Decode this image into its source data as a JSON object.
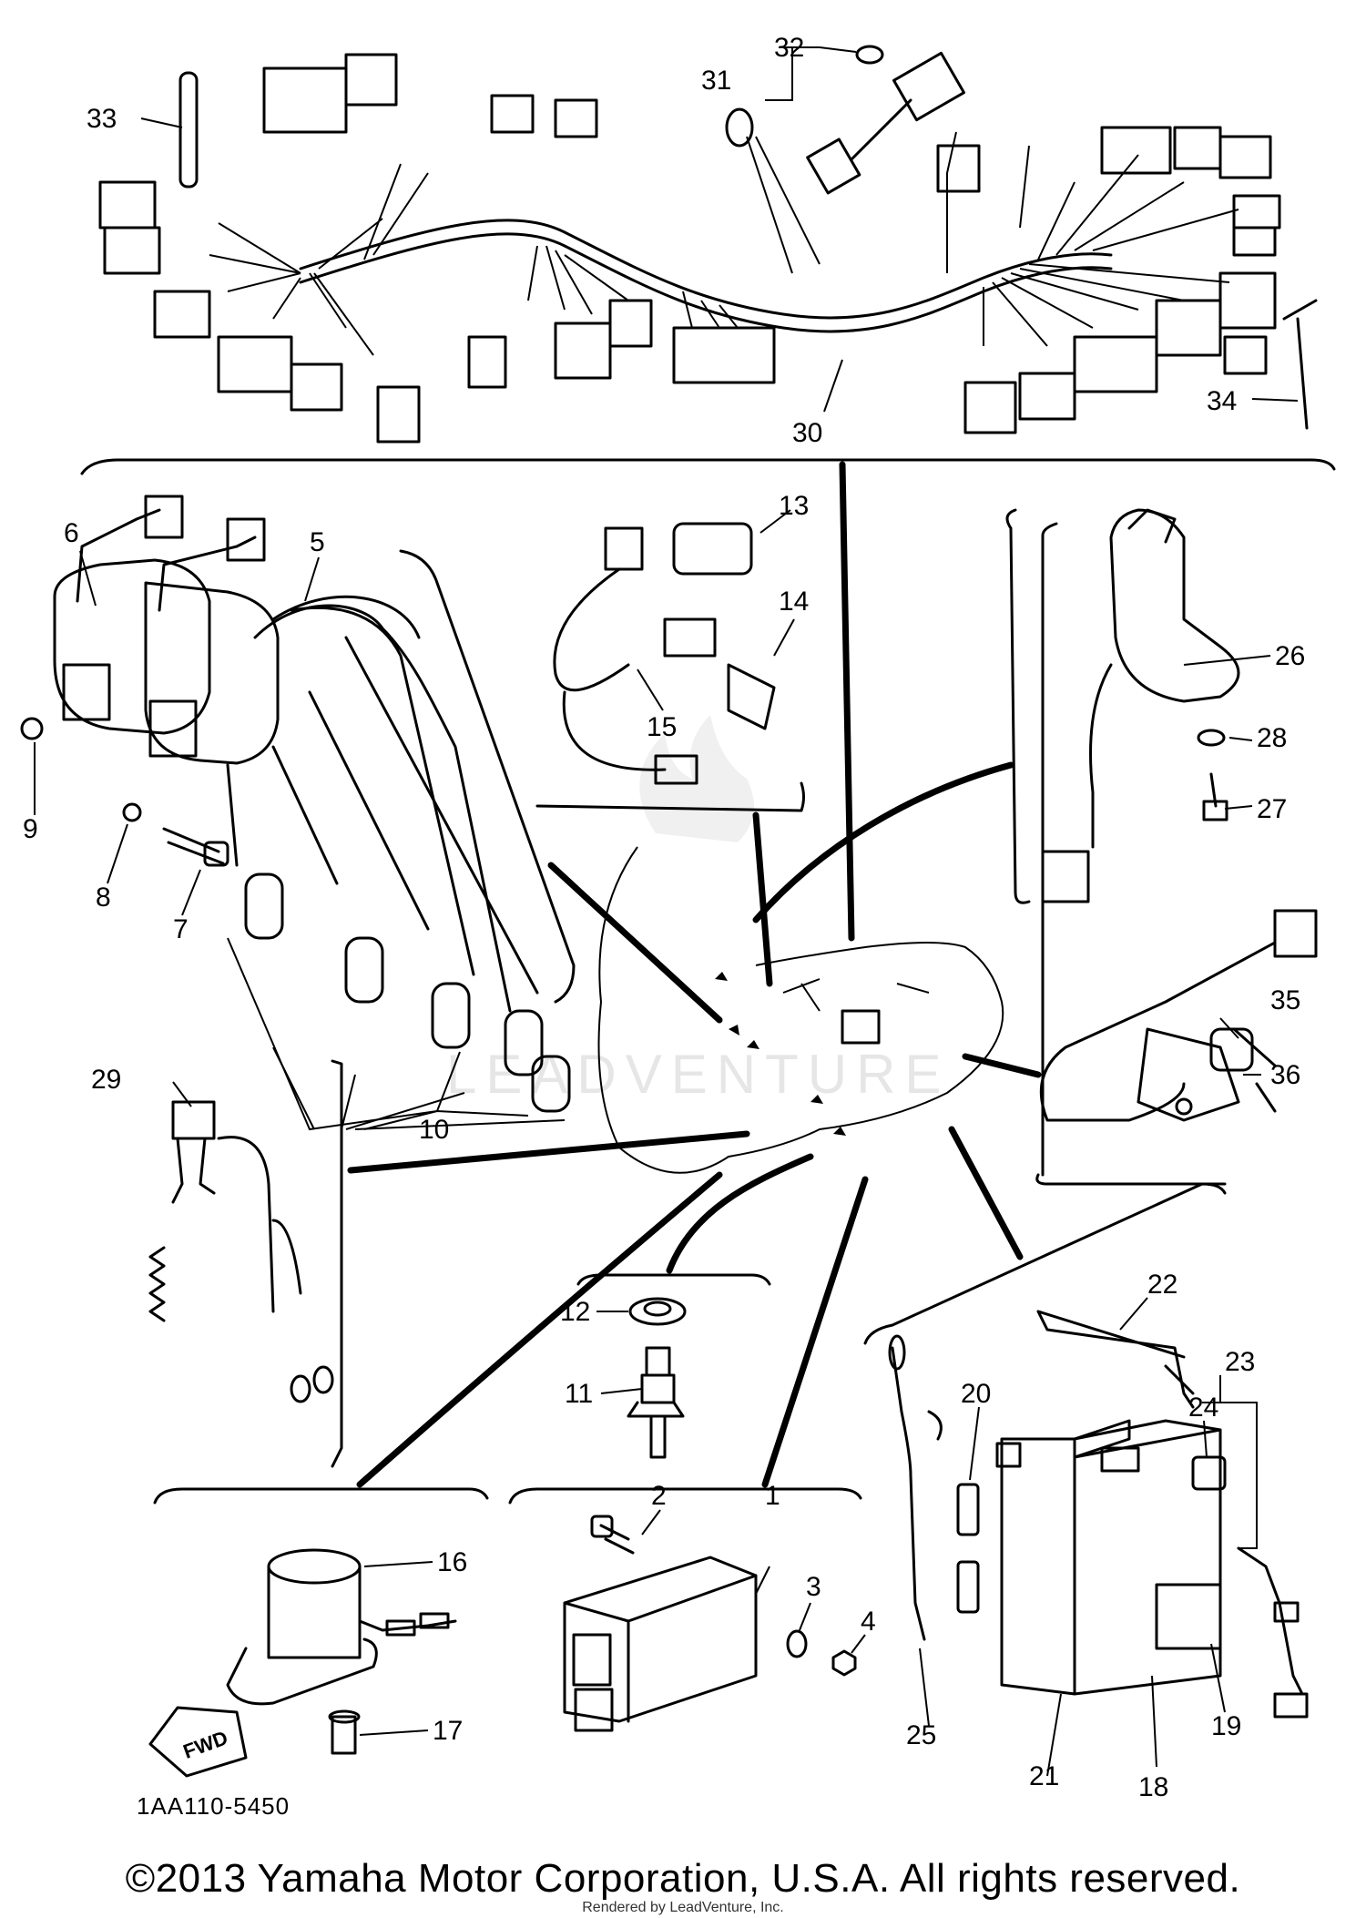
{
  "callouts": [
    "1",
    "2",
    "3",
    "4",
    "5",
    "6",
    "7",
    "8",
    "9",
    "10",
    "11",
    "12",
    "13",
    "14",
    "15",
    "16",
    "17",
    "18",
    "19",
    "20",
    "21",
    "22",
    "23",
    "24",
    "25",
    "26",
    "27",
    "28",
    "29",
    "30",
    "31",
    "32",
    "33",
    "34",
    "35",
    "36"
  ],
  "part_code": "1AA110-5450",
  "fwd_label": "FWD",
  "watermark": "LEADVENTURE",
  "copyright": "©2013 Yamaha Motor Corporation, U.S.A. All rights reserved.",
  "rendered_by": "Rendered by LeadVenture, Inc."
}
